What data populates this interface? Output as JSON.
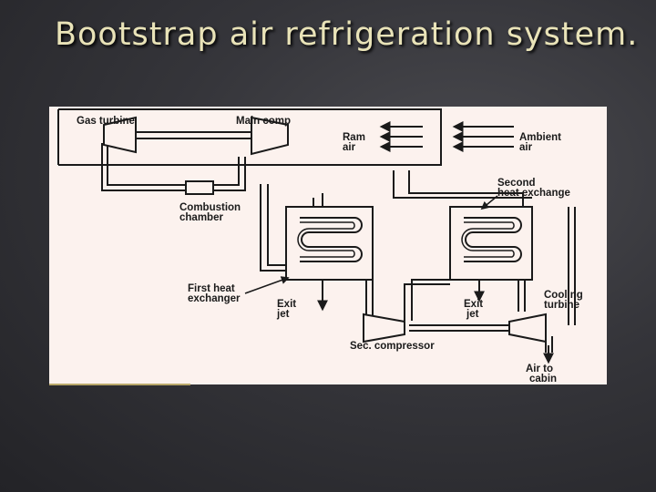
{
  "slide": {
    "title": "Bootstrap air refrigeration system."
  },
  "diagram": {
    "labels": {
      "gas_turbine": "Gas turbine",
      "main_comp": "Main comp",
      "ram_air": [
        "Ram",
        "air"
      ],
      "ambient_air": [
        "Ambient",
        "air"
      ],
      "combustion_chamber": [
        "Combustion",
        "chamber"
      ],
      "second_heat_exchange": [
        "Second",
        "heat exchange"
      ],
      "first_heat_exchanger": [
        "First heat",
        "exchanger"
      ],
      "exit_jet_1": [
        "Exit",
        "jet"
      ],
      "exit_jet_2": [
        "Exit",
        "jet"
      ],
      "cooling_turbine": [
        "Cooling",
        "turbine"
      ],
      "sec_compressor": "Sec. compressor",
      "air_to_cabin": [
        "Air to",
        "cabin"
      ]
    }
  }
}
